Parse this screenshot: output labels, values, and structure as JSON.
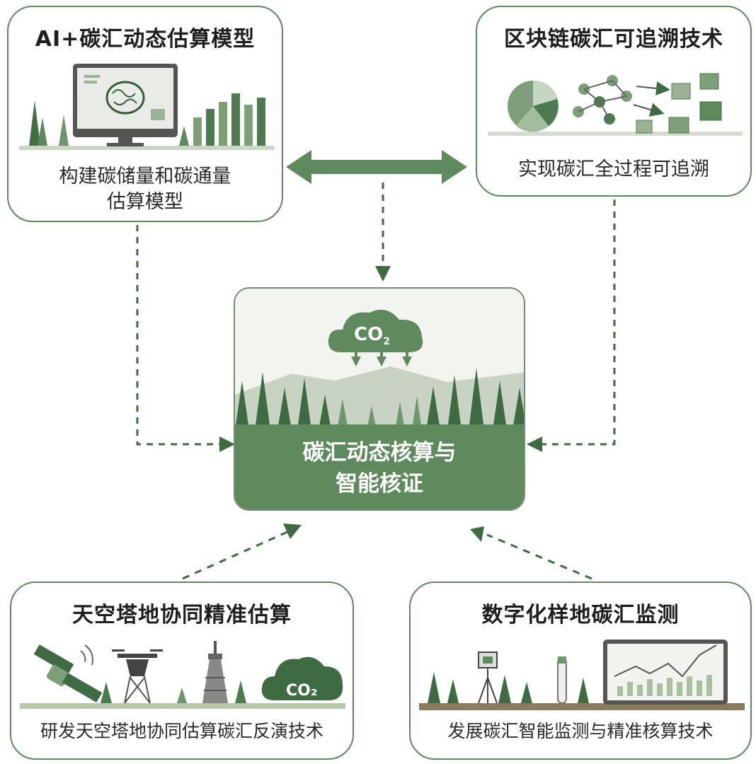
{
  "colors": {
    "primary_green": "#5f8a5e",
    "dark_green": "#3f6b42",
    "light_green": "#a7c19f"
  },
  "top_left": {
    "title": "AI+碳汇动态估算模型",
    "desc_line1": "构建碳储量和碳通量",
    "desc_line2": "估算模型"
  },
  "top_right": {
    "title": "区块链碳汇可追溯技术",
    "desc": "实现碳汇全过程可追溯"
  },
  "center": {
    "co2_label": "CO",
    "co2_sub": "2",
    "line1": "碳汇动态核算与",
    "line2": "智能核证"
  },
  "bottom_left": {
    "title": "天空塔地协同精准估算",
    "desc": "研发天空塔地协同估算碳汇反演技术",
    "cloud_label": "CO₂"
  },
  "bottom_right": {
    "title": "数字化样地碳汇监测",
    "desc": "发展碳汇智能监测与精准核算技术"
  },
  "icons": [
    "brain-monitor-icon",
    "bar-chart-icon",
    "pie-chart-icon",
    "blockchain-cube-icon",
    "satellite-icon",
    "drone-icon",
    "tower-icon",
    "co2-cloud-icon",
    "sensor-icon",
    "tablet-chart-icon",
    "tree-icon"
  ]
}
